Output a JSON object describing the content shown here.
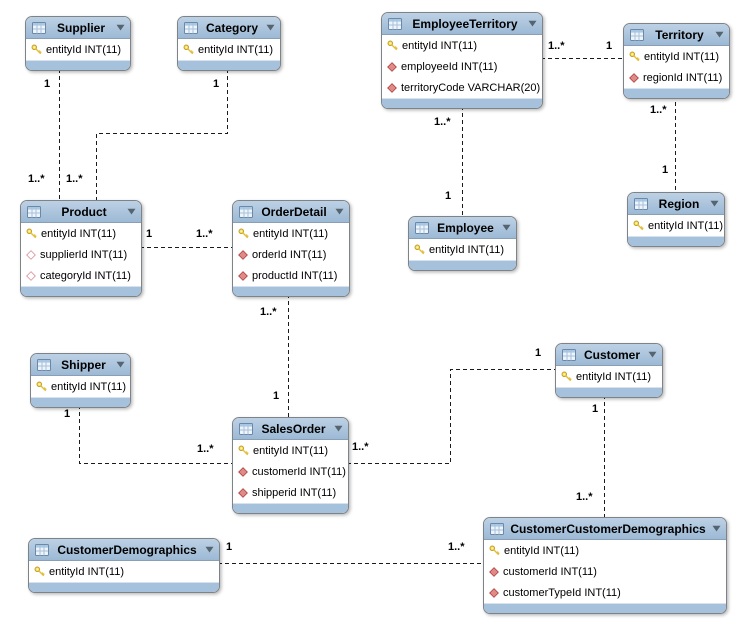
{
  "colors": {
    "entity_header_blue": "#A5C1DC",
    "entity_footer_blue": "#A6C1DB",
    "entity_border_gray": "#7E8387",
    "primary_key_yellow": "#F2D041",
    "foreign_key_red": "#DC7A7B",
    "relationship_line_black": "#1B1B1B",
    "background": "#FFFFFF"
  },
  "entities": [
    {
      "title": "Supplier",
      "fields": [
        {
          "icon": "primary-key",
          "label": "entityId INT(11)"
        }
      ]
    },
    {
      "title": "Category",
      "fields": [
        {
          "icon": "primary-key",
          "label": "entityId INT(11)"
        }
      ]
    },
    {
      "title": "EmployeeTerritory",
      "fields": [
        {
          "icon": "primary-key",
          "label": "entityId INT(11)"
        },
        {
          "icon": "foreign-key",
          "label": "employeeId INT(11)"
        },
        {
          "icon": "foreign-key",
          "label": "territoryCode VARCHAR(20)"
        }
      ]
    },
    {
      "title": "Territory",
      "fields": [
        {
          "icon": "primary-key",
          "label": "entityId INT(11)"
        },
        {
          "icon": "foreign-key",
          "label": "regionId INT(11)"
        }
      ]
    },
    {
      "title": "Product",
      "fields": [
        {
          "icon": "primary-key",
          "label": "entityId INT(11)"
        },
        {
          "icon": "foreign-key-nullable",
          "label": "supplierId INT(11)"
        },
        {
          "icon": "foreign-key-nullable",
          "label": "categoryId INT(11)"
        }
      ]
    },
    {
      "title": "OrderDetail",
      "fields": [
        {
          "icon": "primary-key",
          "label": "entityId INT(11)"
        },
        {
          "icon": "foreign-key",
          "label": "orderId INT(11)"
        },
        {
          "icon": "foreign-key",
          "label": "productId INT(11)"
        }
      ]
    },
    {
      "title": "Employee",
      "fields": [
        {
          "icon": "primary-key",
          "label": "entityId INT(11)"
        }
      ]
    },
    {
      "title": "Region",
      "fields": [
        {
          "icon": "primary-key",
          "label": "entityId INT(11)"
        }
      ]
    },
    {
      "title": "Shipper",
      "fields": [
        {
          "icon": "primary-key",
          "label": "entityId INT(11)"
        }
      ]
    },
    {
      "title": "SalesOrder",
      "fields": [
        {
          "icon": "primary-key",
          "label": "entityId INT(11)"
        },
        {
          "icon": "foreign-key",
          "label": "customerId INT(11)"
        },
        {
          "icon": "foreign-key",
          "label": "shipperid INT(11)"
        }
      ]
    },
    {
      "title": "Customer",
      "fields": [
        {
          "icon": "primary-key",
          "label": "entityId INT(11)"
        }
      ]
    },
    {
      "title": "CustomerDemographics",
      "fields": [
        {
          "icon": "primary-key",
          "label": "entityId INT(11)"
        }
      ]
    },
    {
      "title": "CustomerCustomerDemographics",
      "fields": [
        {
          "icon": "primary-key",
          "label": "entityId INT(11)"
        },
        {
          "icon": "foreign-key",
          "label": "customerId INT(11)"
        },
        {
          "icon": "foreign-key",
          "label": "customerTypeId INT(11)"
        }
      ]
    }
  ],
  "connections": [
    {
      "from": "Supplier",
      "to": "Product",
      "from_card": "1",
      "to_card": "1..*"
    },
    {
      "from": "Category",
      "to": "Product",
      "from_card": "1",
      "to_card": "1..*"
    },
    {
      "from": "Product",
      "to": "OrderDetail",
      "from_card": "1",
      "to_card": "1..*"
    },
    {
      "from": "OrderDetail",
      "to": "SalesOrder",
      "from_card": "1..*",
      "to_card": "1"
    },
    {
      "from": "EmployeeTerritory",
      "to": "Territory",
      "from_card": "1..*",
      "to_card": "1"
    },
    {
      "from": "EmployeeTerritory",
      "to": "Employee",
      "from_card": "1..*",
      "to_card": "1"
    },
    {
      "from": "Territory",
      "to": "Region",
      "from_card": "1..*",
      "to_card": "1"
    },
    {
      "from": "Shipper",
      "to": "SalesOrder",
      "from_card": "1",
      "to_card": "1..*"
    },
    {
      "from": "SalesOrder",
      "to": "Customer",
      "from_card": "1..*",
      "to_card": "1"
    },
    {
      "from": "Customer",
      "to": "CustomerCustomerDemographics",
      "from_card": "1",
      "to_card": "1..*"
    },
    {
      "from": "CustomerDemographics",
      "to": "CustomerCustomerDemographics",
      "from_card": "1",
      "to_card": "1..*"
    }
  ]
}
